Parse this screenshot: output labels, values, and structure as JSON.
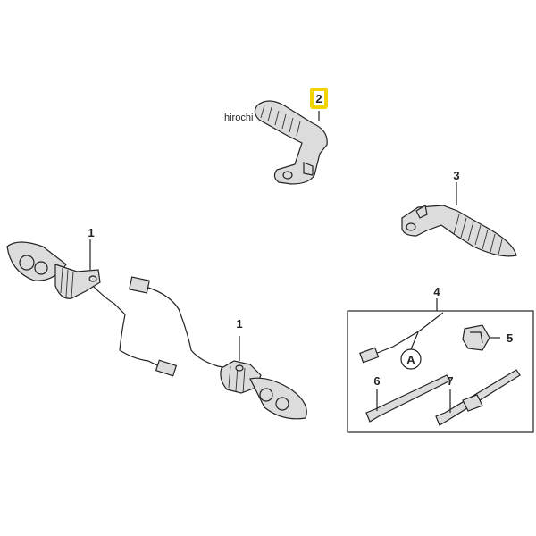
{
  "watermark": "hirochi",
  "callouts": {
    "c1a": "1",
    "c1b": "1",
    "c2": "2",
    "c3": "3",
    "c4": "4",
    "c5": "5",
    "c6": "6",
    "c7": "7",
    "cA": "A"
  },
  "colors": {
    "highlight": "#f2d500",
    "line": "#222222",
    "fill": "#dcdcdc"
  }
}
